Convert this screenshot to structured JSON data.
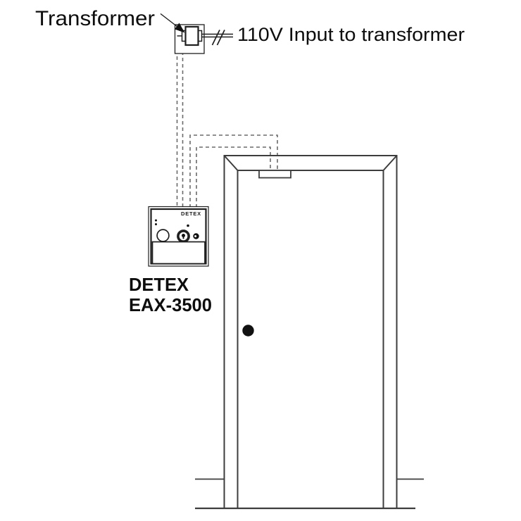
{
  "labels": {
    "transformer": "Transformer",
    "power_input": "110V Input to transformer",
    "device_name": "DETEX",
    "device_model": "EAX-3500"
  },
  "device_panel": {
    "logo": "DETEX"
  },
  "colors": {
    "background": "#ffffff",
    "line": "#1f1f1f",
    "door_line": "#3d3d3d",
    "dashed_wire": "#6b6b6b",
    "text": "#0d0d0d"
  }
}
